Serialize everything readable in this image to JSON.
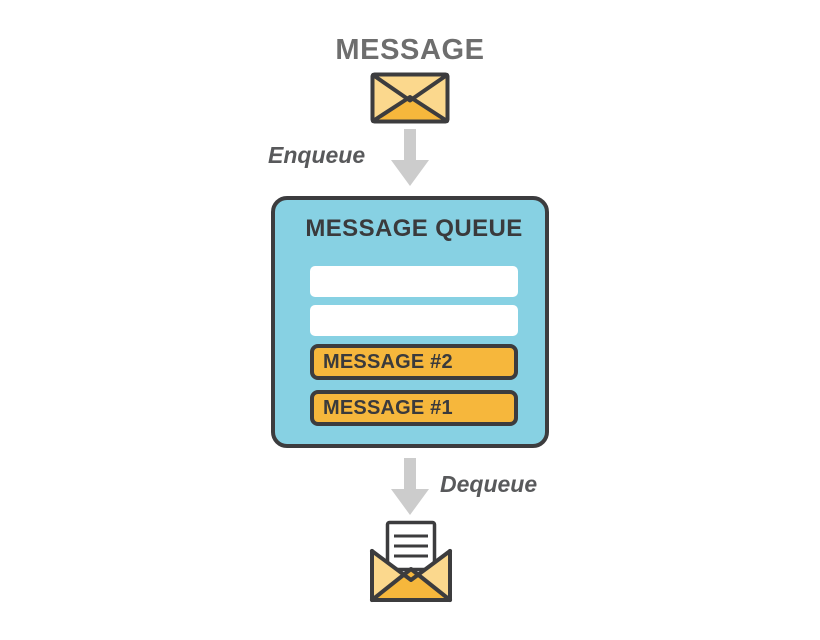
{
  "diagram": {
    "title": "MESSAGE",
    "source_icon": "closed-envelope-icon",
    "sink_icon": "open-envelope-with-letter-icon",
    "enqueue_label": "Enqueue",
    "dequeue_label": "Dequeue",
    "enqueue_arrow_icon": "arrow-down-icon",
    "dequeue_arrow_icon": "arrow-down-icon",
    "queue": {
      "title": "MESSAGE QUEUE",
      "slots": [
        {
          "label": "",
          "state": "empty"
        },
        {
          "label": "",
          "state": "empty"
        },
        {
          "label": "MESSAGE #2",
          "state": "filled"
        },
        {
          "label": "MESSAGE #1",
          "state": "filled"
        }
      ]
    },
    "colors": {
      "queue_fill": "#87d1e3",
      "message_fill": "#f6b73c",
      "outline": "#3c3c3e",
      "title_gray": "#6e6e6e",
      "label_gray": "#58595b",
      "arrow_gray": "#cccccc",
      "empty_slot": "#ffffff",
      "background": "#ffffff"
    }
  }
}
